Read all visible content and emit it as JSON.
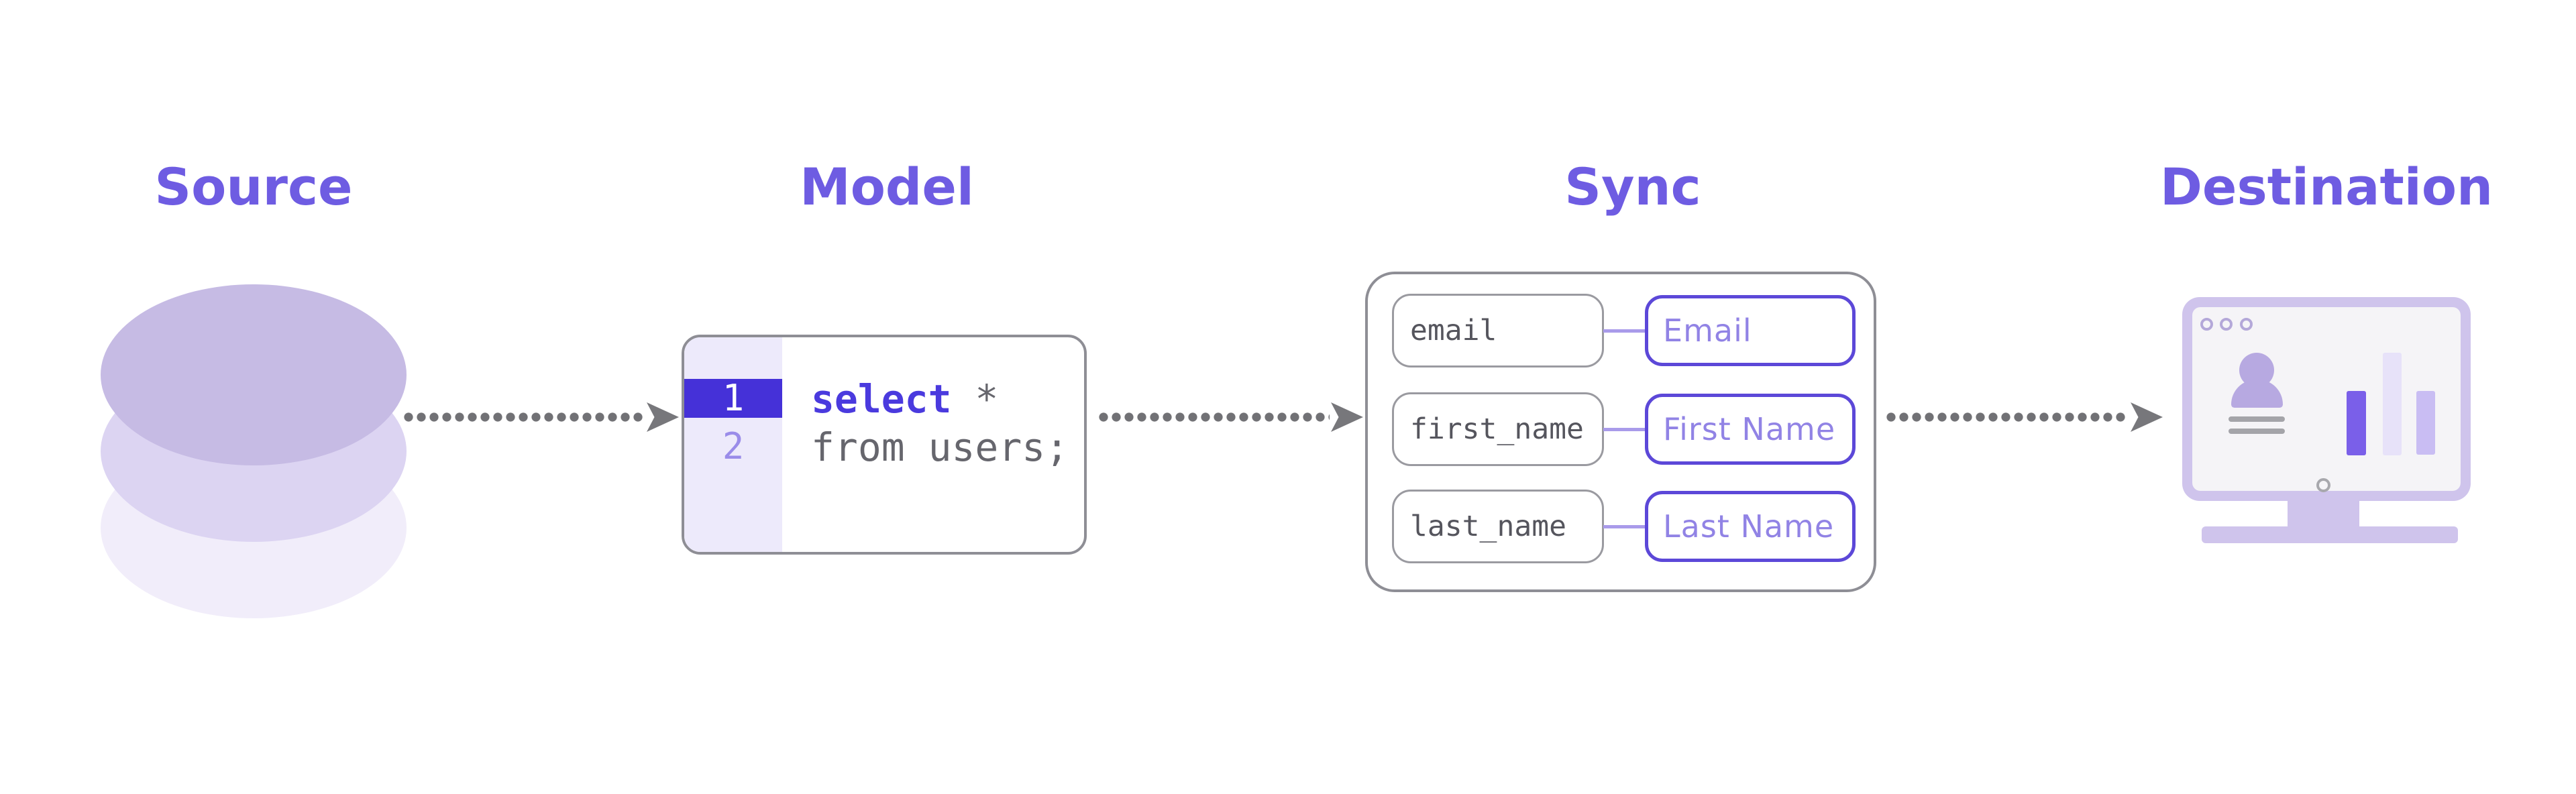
{
  "headers": {
    "source": "Source",
    "model": "Model",
    "sync": "Sync",
    "destination": "Destination"
  },
  "source": {
    "icon": "database-stack-icon"
  },
  "model": {
    "line_numbers": [
      "1",
      "2"
    ],
    "code": {
      "keyword": "select",
      "line1_rest": " *",
      "line2": "from users;"
    }
  },
  "sync": {
    "mappings": [
      {
        "source_field": "email",
        "destination_field": "Email"
      },
      {
        "source_field": "first_name",
        "destination_field": "First Name"
      },
      {
        "source_field": "last_name",
        "destination_field": "Last Name"
      }
    ]
  },
  "destination": {
    "icon": "monitor-dashboard-icon",
    "screen_icons": [
      "person-icon",
      "bar-chart-icon",
      "window-dots-icon",
      "power-dot-icon"
    ]
  },
  "connectors": {
    "style": "dotted-arrow",
    "color": "#717175"
  },
  "colors": {
    "heading": "#6e5ce2",
    "line_highlight": "#4531d8",
    "keyword": "#4a3ade",
    "code_text": "#66666d",
    "box_border": "#8e8e95",
    "gutter": "#edeafb",
    "line_number_inactive": "#9a8ce9",
    "mapping_pill_border": "#5c48d8",
    "mapping_pill_text": "#9183e5",
    "mapping_connector": "#a99bea",
    "source_pill_border": "#9a9aa0",
    "source_pill_text": "#55555d",
    "db_top": "#c6bbe4",
    "db_mid": "#dcd4f2",
    "db_bottom": "#f1edfa",
    "monitor_frame": "#cfc4ec",
    "monitor_screen": "#f5f4f7",
    "bar_dark": "#7a5fe9",
    "bar_light": "#e7e2f9",
    "bar_mid": "#c9bdf3"
  }
}
